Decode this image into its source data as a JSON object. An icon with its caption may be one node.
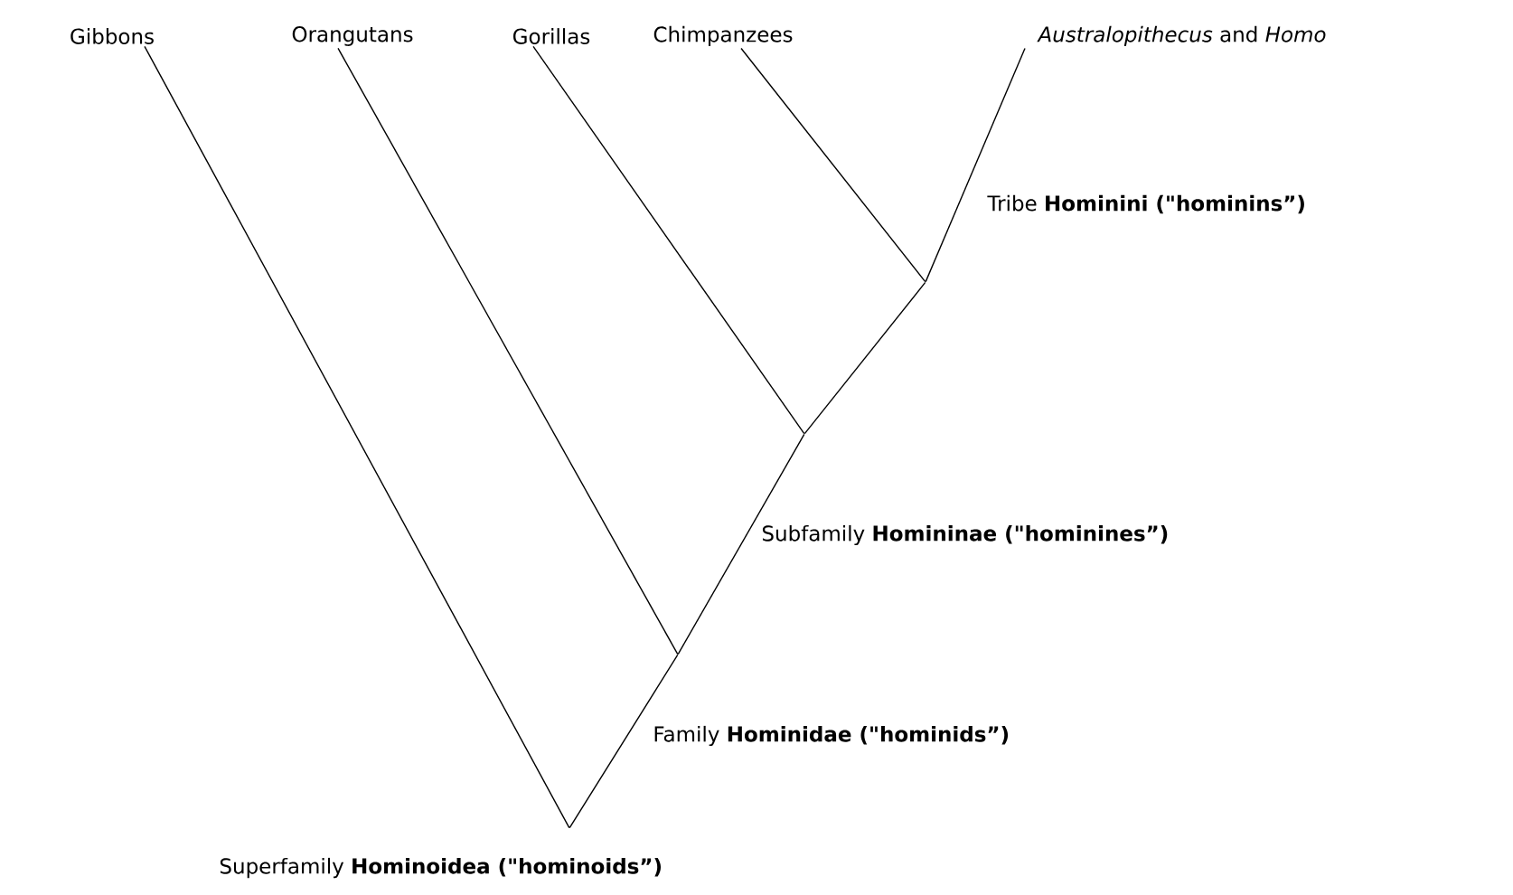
{
  "diagram": {
    "nodes": [
      {
        "text": [
          "Gibbons"
        ]
      },
      {
        "text": [
          "Orangutans"
        ]
      },
      {
        "text": [
          "Gorillas"
        ]
      },
      {
        "text": [
          "Chimpanzees"
        ]
      },
      {
        "text": [
          "*Australopithecus* and *Homo*"
        ]
      },
      {
        "text": [],
        "shape": "point",
        "beside": [
          "Tribe **Hominini (\"hominins”)**"
        ]
      },
      {
        "text": [],
        "shape": "point",
        "beside": [
          "Subfamily **Homininae (\"hominines”)**"
        ]
      },
      {
        "text": [],
        "shape": "point",
        "beside": [
          "Family **Hominidae (\"hominids”)**"
        ]
      },
      {
        "text": [],
        "shape": "point",
        "beside": [
          "Superfamily **Hominoidea (\"hominoids”)**"
        ]
      }
    ],
    "edges": [
      {
        "from": 0,
        "to": 8,
        "arrow": "none"
      },
      {
        "from": 1,
        "to": 7,
        "arrow": "none"
      },
      {
        "from": 2,
        "to": 6,
        "arrow": "none"
      },
      {
        "from": 3,
        "to": 5,
        "arrow": "none"
      },
      {
        "from": 4,
        "to": 5,
        "arrow": "none"
      },
      {
        "from": 5,
        "to": 6,
        "arrow": "none"
      },
      {
        "from": 6,
        "to": 7,
        "arrow": "none"
      },
      {
        "from": 7,
        "to": 8,
        "arrow": "none"
      }
    ]
  }
}
